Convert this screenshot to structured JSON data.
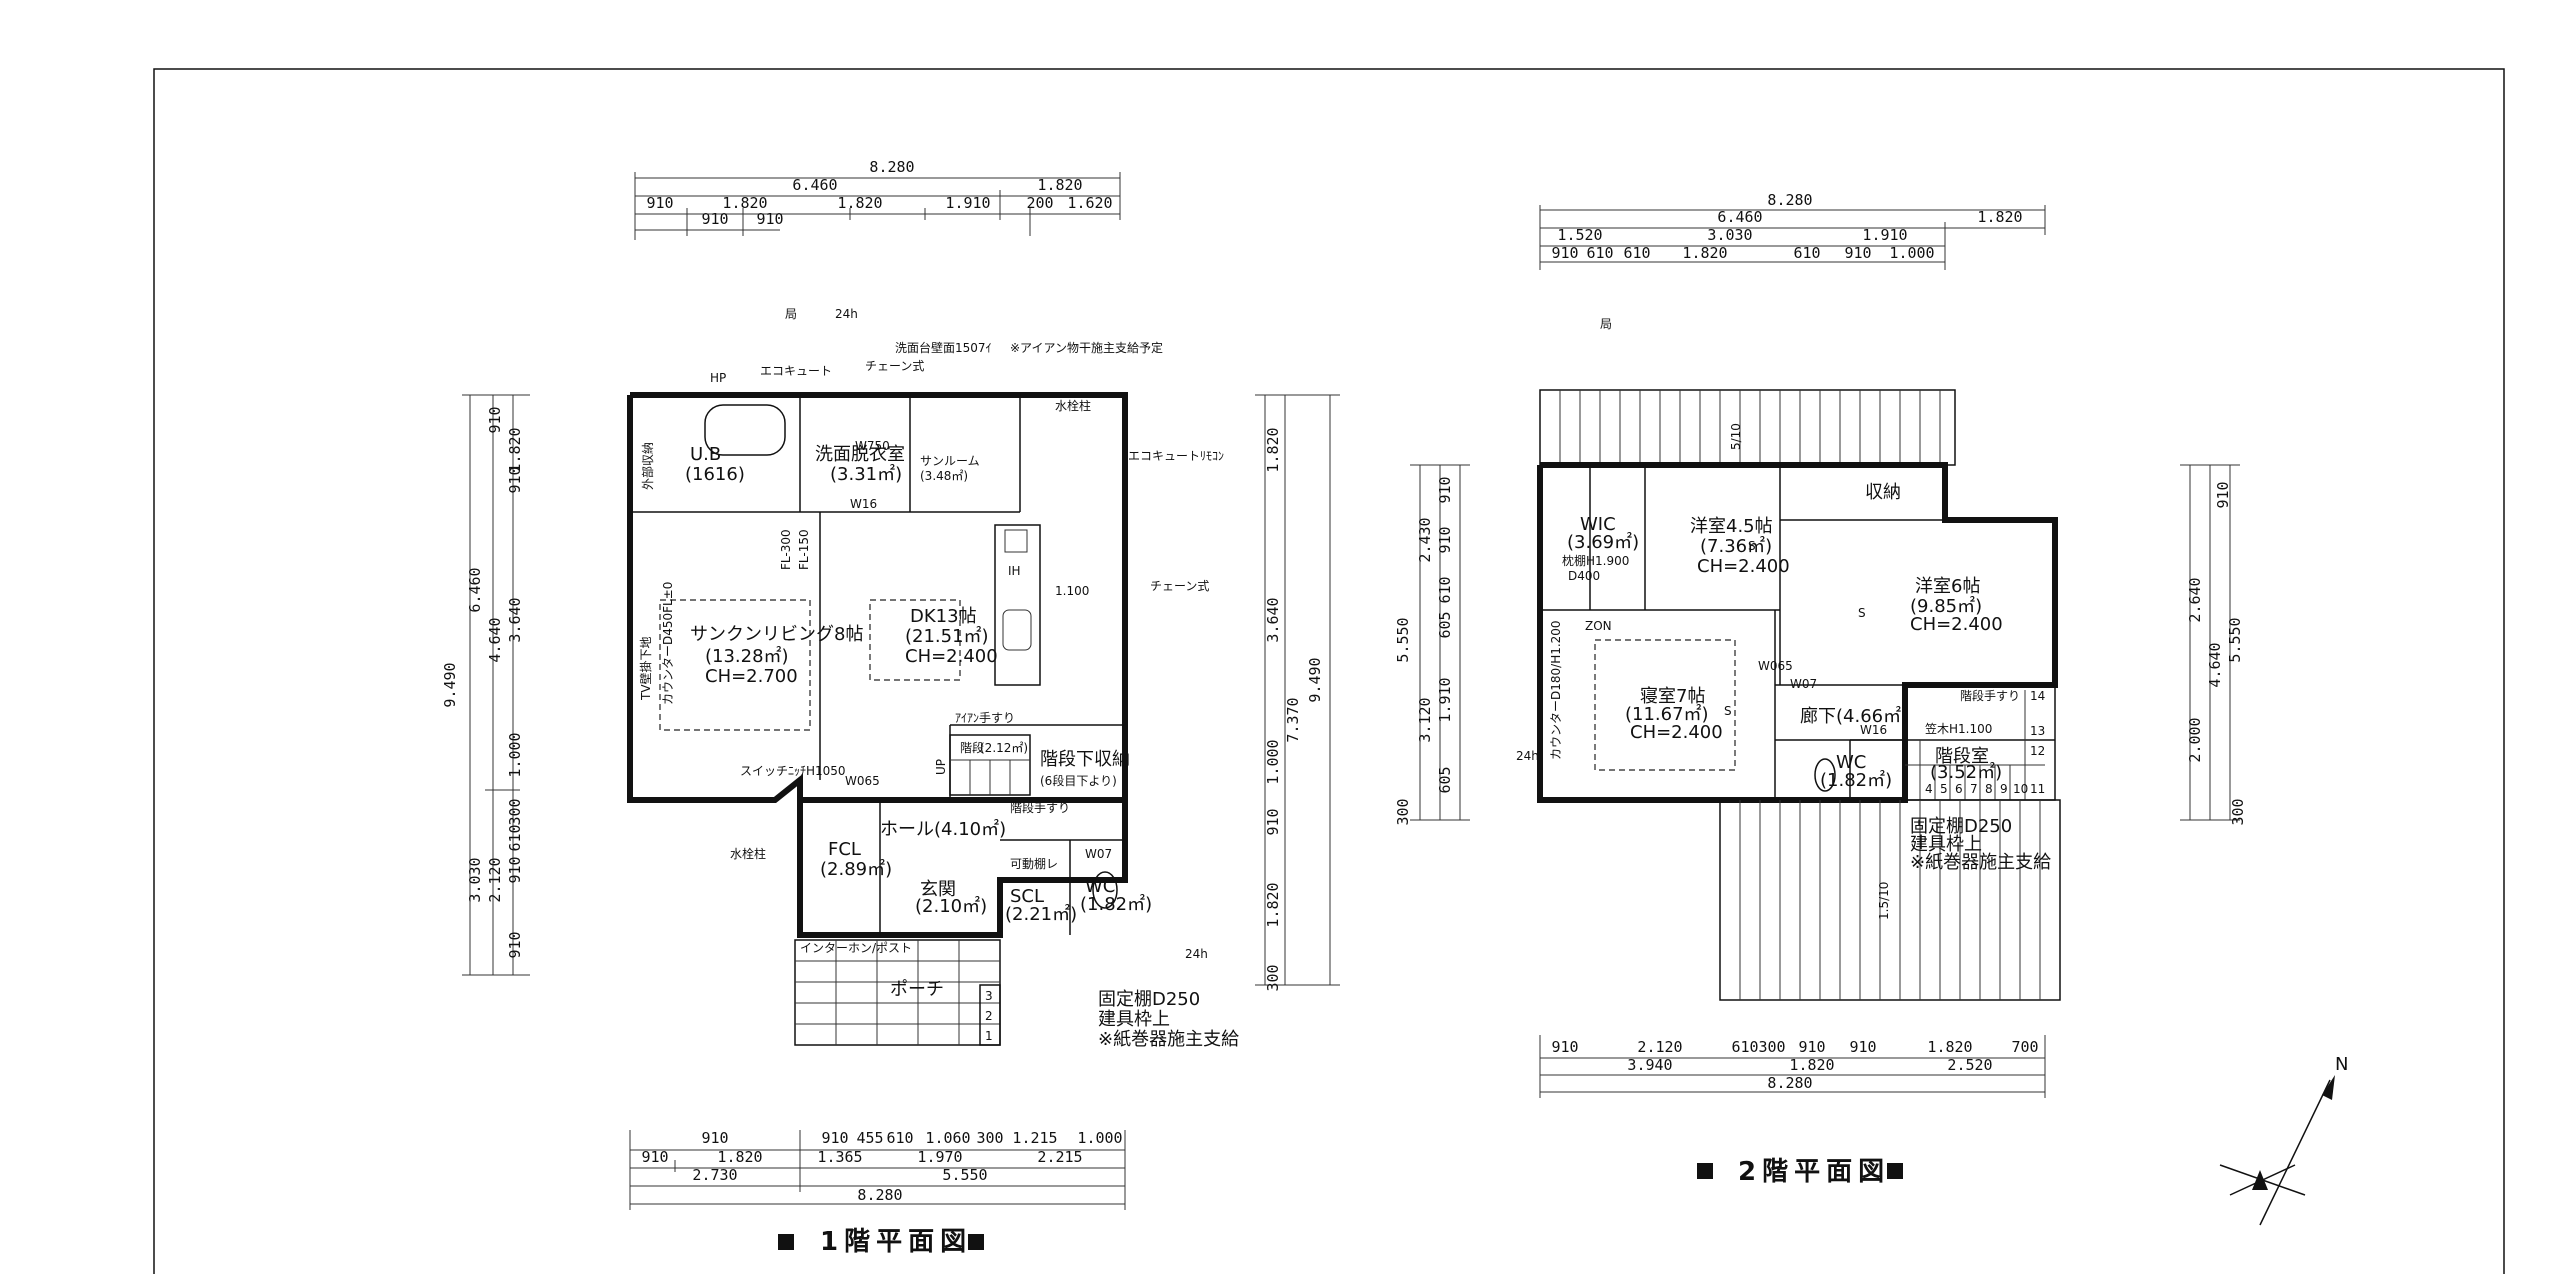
{
  "floor1": {
    "caption": "1階平面図",
    "dims_top": {
      "total": "8.280",
      "row2": [
        "6.460",
        "1.820"
      ],
      "row3": [
        "910",
        "1.820",
        "1.820",
        "1.910",
        "200",
        "1.620"
      ],
      "row4": [
        "910",
        "910"
      ]
    },
    "dims_bottom": {
      "row1": [
        "910",
        "455",
        "610",
        "1.060",
        "300",
        "1.215",
        "1.000"
      ],
      "row2": [
        "910",
        "1.820",
        "1.365",
        "1.970",
        "2.215"
      ],
      "row3": [
        "2.730",
        "5.550"
      ],
      "total": "8.280"
    },
    "dims_left": {
      "total": "9.490",
      "mid": [
        "6.460",
        "3.030"
      ],
      "a": [
        "4.640",
        "2.120"
      ],
      "b": [
        "3.640",
        "1.000",
        "910"
      ],
      "c": [
        "910",
        "1.820",
        "910",
        "300",
        "610",
        "910"
      ]
    },
    "dims_right": {
      "total": "9.490",
      "mid": [
        "7.370"
      ],
      "a": [
        "1.820",
        "3.640",
        "1.000",
        "910",
        "1.820",
        "300"
      ]
    },
    "rooms": {
      "living_name": "サンクンリビング8帖",
      "living_area": "(13.28㎡)",
      "living_ch": "CH=2.700",
      "tv": "TV壁掛下地",
      "counter": "カウンターD450FL±0",
      "dk_name": "DK13帖",
      "dk_area": "(21.51㎡)",
      "dk_ch": "CH=2.400",
      "ub_name": "U.B",
      "ub_size": "(1616)",
      "wash_name": "洗面脱衣室",
      "wash_area": "(3.31㎡)",
      "sun_name": "サンルーム",
      "sun_area": "(3.48㎡)",
      "hall": "ホール(4.10㎡)",
      "fcl_name": "FCL",
      "fcl_area": "(2.89㎡)",
      "genkan_name": "玄関",
      "genkan_area": "(2.10㎡)",
      "scl_name": "SCL",
      "scl_area": "(2.21㎡)",
      "wc_name": "WC",
      "wc_area": "(1.82㎡)",
      "stair_storage": "階段下収納",
      "stair_storage_sub": "(6段目下より)",
      "stair": "階段",
      "stair_area": "(2.12㎡)",
      "porch": "ポーチ",
      "outdoor_storage": "外部収納",
      "intercom": "インターホン/ポスト"
    },
    "labels": {
      "washbasin": "洗面台壁面1507ｲ",
      "chain": "チェーン式",
      "iron": "※アイアン物干施主支給予定",
      "water_tap": "水栓柱",
      "water_tap2": "水栓柱",
      "ecocute": "エコキュート",
      "ecocute_aircon": "エコキュートﾘﾓｺﾝ",
      "ih": "IH",
      "handrail": "ｱｲｱﾝ手すり",
      "stair_handrail": "階段手すり",
      "up": "UP",
      "fixed_shelf": "固定棚D250",
      "frame_top": "建具枠上",
      "paper": "※紙巻器施主支給",
      "fl300": "FL-300",
      "fl150": "FL-150",
      "dim1100": "1.100",
      "w750": "W750",
      "w16": "W16",
      "w07": "W07",
      "w065": "W065",
      "kabanokanagu": "可動棚レ",
      "switch": "スイッチﾆｯﾁH1050",
      "hp": "HP",
      "local": "局",
      "h24": "24h",
      "steps": [
        "1",
        "2",
        "3"
      ]
    }
  },
  "floor2": {
    "caption": "2階平面図",
    "dims_top": {
      "total": "8.280",
      "row2": [
        "6.460",
        "1.820"
      ],
      "row3": [
        "1.520",
        "3.030",
        "1.910"
      ],
      "row4": [
        "910",
        "610",
        "610",
        "1.820",
        "610",
        "910",
        "1.000"
      ]
    },
    "dims_bottom": {
      "row1": [
        "910",
        "2.120",
        "610",
        "300",
        "910",
        "910",
        "1.820",
        "700"
      ],
      "row2": [
        "3.940",
        "1.820",
        "2.520"
      ],
      "total": "8.280"
    },
    "dims_left": {
      "total": "5.550",
      "a": [
        "2.430",
        "3.120"
      ],
      "b": [
        "910",
        "910",
        "610",
        "605",
        "1.910",
        "605"
      ],
      "c": [
        "300"
      ]
    },
    "dims_right": {
      "total": "5.550",
      "mid": [
        "4.640"
      ],
      "a": [
        "910",
        "2.640",
        "2.000",
        "300"
      ]
    },
    "rooms": {
      "wic_name": "WIC",
      "wic_area": "(3.69㎡)",
      "wic_note": "枕棚H1.900",
      "wic_depth": "D400",
      "west_name": "洋室4.5帖",
      "west_area": "(7.36㎡)",
      "west_ch": "CH=2.400",
      "storage": "収納",
      "east_name": "洋室6帖",
      "east_area": "(9.85㎡)",
      "east_ch": "CH=2.400",
      "bed_name": "寝室7帖",
      "bed_area": "(11.67㎡)",
      "bed_ch": "CH=2.400",
      "hall": "廊下(4.66㎡)",
      "wc_name": "WC",
      "wc_area": "(1.82㎡)",
      "stair_name": "階段室",
      "stair_area": "(3.52㎡)",
      "counter": "カウンターD180/H1.200"
    },
    "labels": {
      "slope": "5/10",
      "slope2": "1.5/10",
      "handrail": "階段手すり",
      "kasagi": "笠木H1.100",
      "fixed_shelf": "固定棚D250",
      "frame_top": "建具枠上",
      "paper": "※紙巻器施主支給",
      "local": "局",
      "h24": "24h",
      "zon": "ZON",
      "s": "S",
      "w07": "W07",
      "w065": "W065",
      "w16": "W16",
      "steps_a": [
        "4",
        "5",
        "6",
        "7",
        "8",
        "9",
        "10",
        "11"
      ],
      "steps_b": [
        "12",
        "13",
        "14"
      ]
    }
  },
  "compass": {
    "north": "N"
  },
  "colors": {
    "ink": "#111111",
    "paper": "#ffffff",
    "tile": "#555555"
  }
}
